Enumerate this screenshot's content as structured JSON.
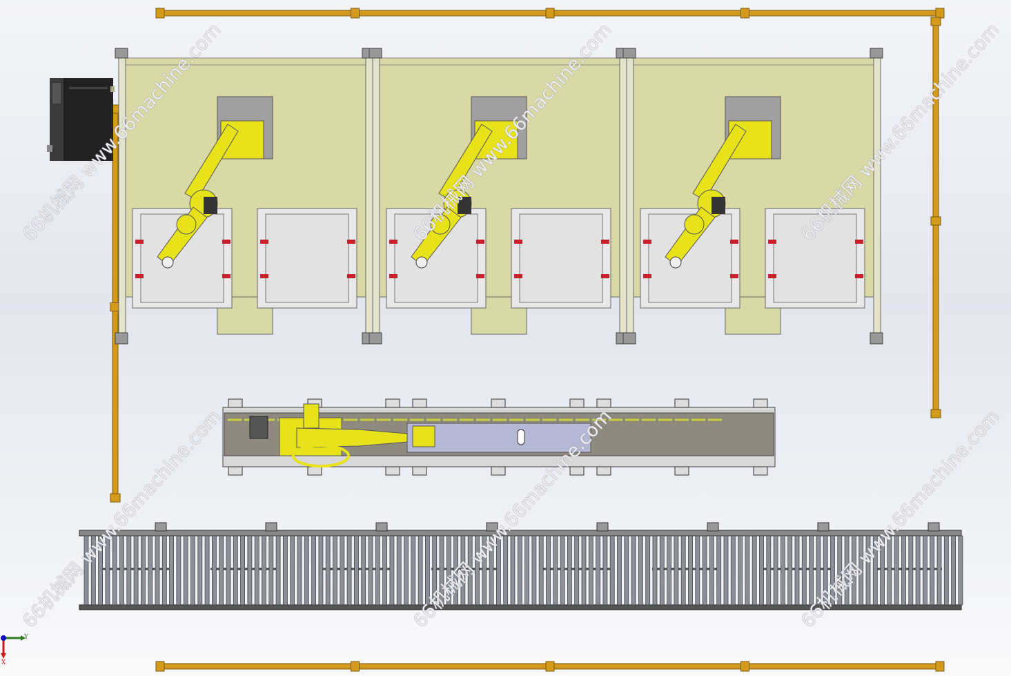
{
  "watermark": {
    "text": "66机械网 www.66machine.com"
  },
  "triad": {
    "x_label": "X",
    "y_label": "Y"
  },
  "colors": {
    "fence": "#d49a1c",
    "panel": "#d9d9a6",
    "robot": "#e8e21a",
    "track": "#8f8a80",
    "conveyor": "#8a8f98",
    "cabinet": "#222222",
    "axis_x": "#d0181c",
    "axis_y": "#2a7a22"
  }
}
